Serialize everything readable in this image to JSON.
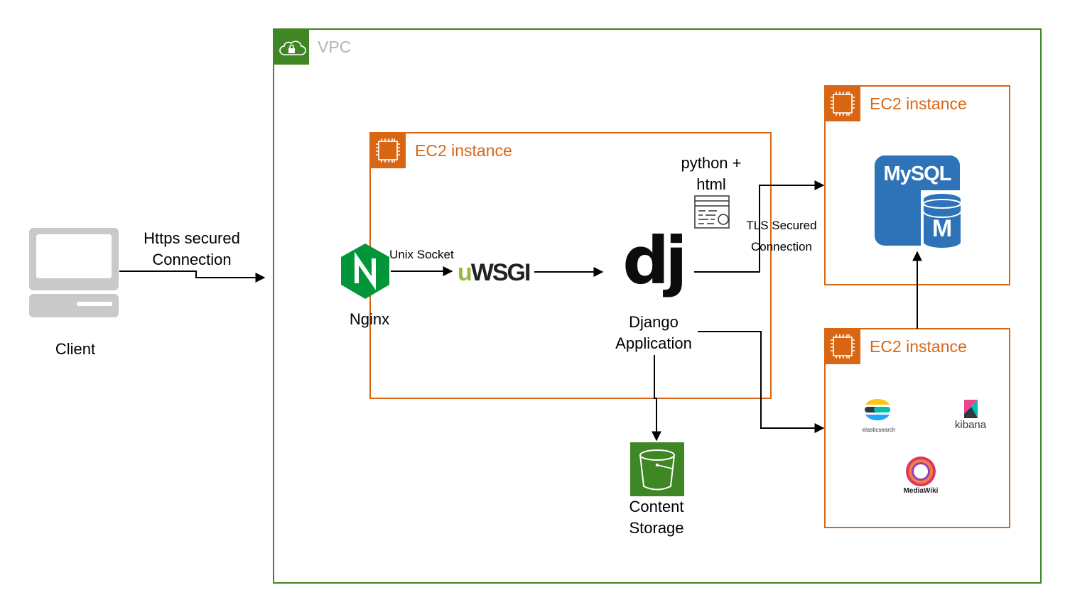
{
  "vpc": {
    "label": "VPC"
  },
  "client": {
    "label": "Client",
    "icon": "laptop-icon"
  },
  "https_connection": {
    "line1": "Https secured",
    "line2": "Connection"
  },
  "ec2_web": {
    "label": "EC2 instance",
    "nginx": {
      "logo_letter": "N",
      "label": "Nginx"
    },
    "unix_socket": {
      "label": "Unix Socket"
    },
    "uwsgi": {
      "prefix": "u",
      "suffix": "WSGI"
    },
    "django": {
      "logo_text": "dj",
      "line1": "Django",
      "line2": "Application"
    },
    "code": {
      "line1": "python +",
      "line2": "html"
    }
  },
  "tls_connection": {
    "line1": "TLS Secured",
    "line2": "Connection"
  },
  "ec2_db": {
    "label": "EC2 instance",
    "mysql": {
      "logo_text": "MySQL",
      "badge": "M"
    }
  },
  "ec2_search": {
    "label": "EC2 instance",
    "elasticsearch": {
      "label": "elasticsearch"
    },
    "kibana": {
      "label": "kibana"
    },
    "mediawiki": {
      "label": "MediaWiki"
    }
  },
  "content_storage": {
    "line1": "Content",
    "line2": "Storage"
  },
  "colors": {
    "vpc_green": "#3F8624",
    "ec2_orange": "#D86613",
    "s3_green": "#3F8624",
    "nginx_green": "#009639",
    "mysql_blue": "#2E73B8",
    "uwsgi_green": "#95B93D"
  }
}
